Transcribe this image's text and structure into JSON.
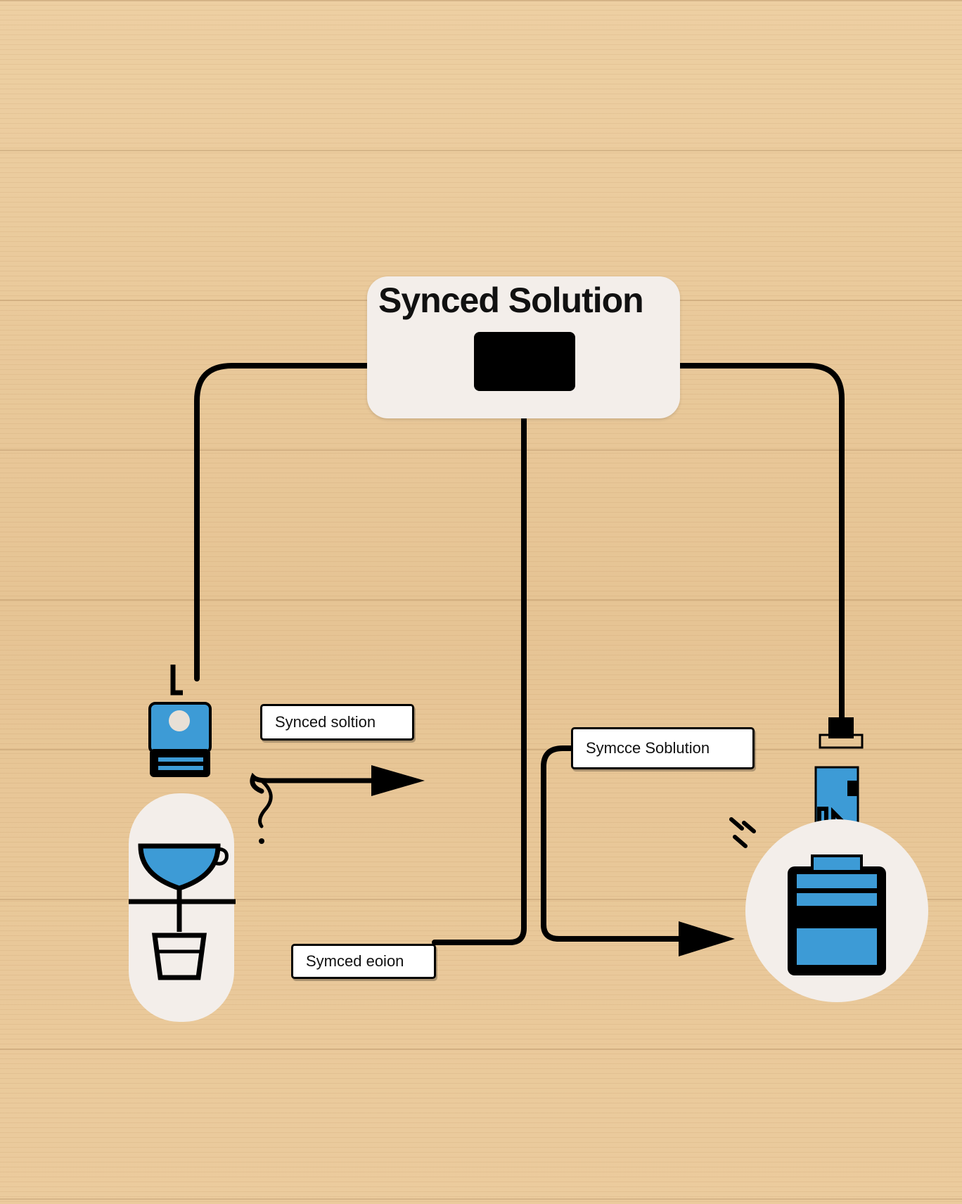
{
  "diagram": {
    "title": "Synced Solution",
    "labels": {
      "top_left": "Synced soltion",
      "top_right": "Symcce Soblution",
      "bottom_left": "Symced eoion"
    },
    "icons": {
      "left_device": "cup-device-icon",
      "right_device": "storage-device-icon",
      "hub": "hub-block-icon"
    },
    "colors": {
      "accent_blue": "#3d9bd6",
      "line": "#000000",
      "card": "#f3eeea"
    }
  }
}
